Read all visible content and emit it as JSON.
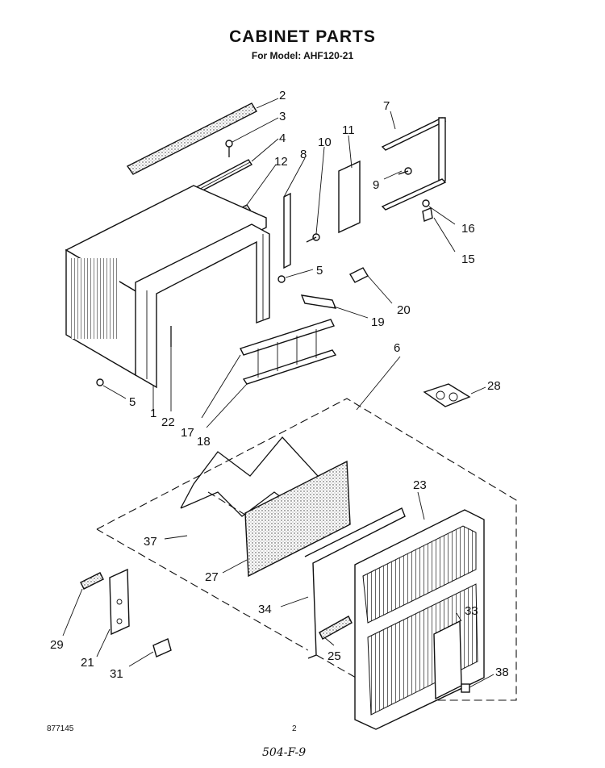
{
  "header": {
    "title": "CABINET PARTS",
    "subtitle": "For Model: AHF120-21"
  },
  "footer": {
    "doc_number": "877145",
    "page_number": "2",
    "handwritten_note": "504-F-9"
  },
  "callouts": {
    "c2": "2",
    "c3": "3",
    "c4": "4",
    "c5a": "5",
    "c5b": "5",
    "c6": "6",
    "c7": "7",
    "c8": "8",
    "c9": "9",
    "c10": "10",
    "c11": "11",
    "c12": "12",
    "c15": "15",
    "c16": "16",
    "c17": "17",
    "c18": "18",
    "c19": "19",
    "c20": "20",
    "c21": "21",
    "c22": "22",
    "c23": "23",
    "c25": "25",
    "c27": "27",
    "c28": "28",
    "c29": "29",
    "c31": "31",
    "c33": "33",
    "c34": "34",
    "c37": "37",
    "c38": "38",
    "c1": "1"
  }
}
